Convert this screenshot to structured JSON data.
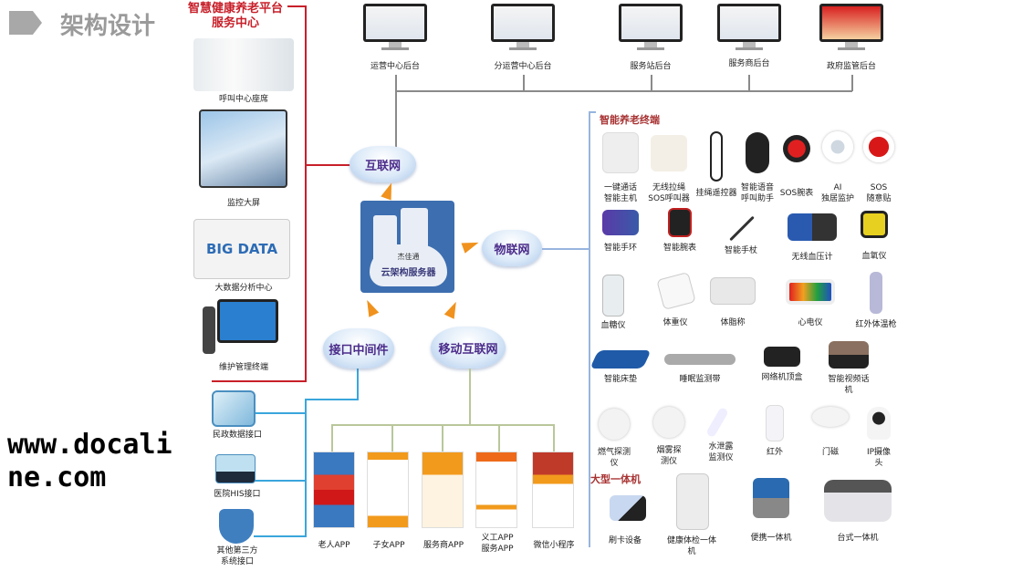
{
  "header": {
    "title": "架构设计"
  },
  "service_center": {
    "title_line1": "智慧健康养老平台",
    "title_line2": "服务中心",
    "items": [
      "呼叫中心座席",
      "监控大屏",
      "大数据分析中心",
      "维护管理终端"
    ],
    "big_data_art": "BIG DATA"
  },
  "interfaces": [
    "民政数据接口",
    "医院HIS接口",
    "其他第三方\n系统接口"
  ],
  "backends": [
    "运营中心后台",
    "分运营中心后台",
    "服务站后台",
    "服务商后台",
    "政府监管后台"
  ],
  "clouds": {
    "internet": "互联网",
    "iot": "物联网",
    "middleware": "接口中间件",
    "mobile": "移动互联网"
  },
  "server": {
    "brand": "杰佳通",
    "label": "云架构服务器"
  },
  "apps": [
    "老人APP",
    "子女APP",
    "服务商APP",
    "义工APP\n服务APP",
    "微信小程序"
  ],
  "terminals": {
    "title": "智能养老终端",
    "row1": [
      "一键通话\n智能主机",
      "无线拉绳\nSOS呼叫器",
      "挂绳遥控器",
      "智能语音\n呼叫助手",
      "SOS腕表",
      "AI\n独居监护",
      "SOS\n随意贴"
    ],
    "row2": [
      "智能手环",
      "智能腕表",
      "智能手杖",
      "无线血压计",
      "血氧仪"
    ],
    "row3": [
      "血糖仪",
      "体重仪",
      "体脂称",
      "心电仪",
      "红外体温枪"
    ],
    "row4": [
      "智能床垫",
      "睡眠监测带",
      "网络机顶盒",
      "智能视频话\n机"
    ],
    "row5": [
      "燃气探测\n仪",
      "烟雾探\n测仪",
      "水泄露\n监测仪",
      "红外",
      "门磁",
      "IP摄像\n头"
    ]
  },
  "large_machines": {
    "title": "大型一体机",
    "items": [
      "刷卡设备",
      "健康体检一体\n机",
      "便携一体机",
      "台式一体机"
    ]
  },
  "watermark": "www.docaline.com",
  "colors": {
    "red": "#c8202a",
    "blue_line": "#3aa6dc",
    "server": "#3d6eb0",
    "cloud_text": "#4b2c8a"
  }
}
